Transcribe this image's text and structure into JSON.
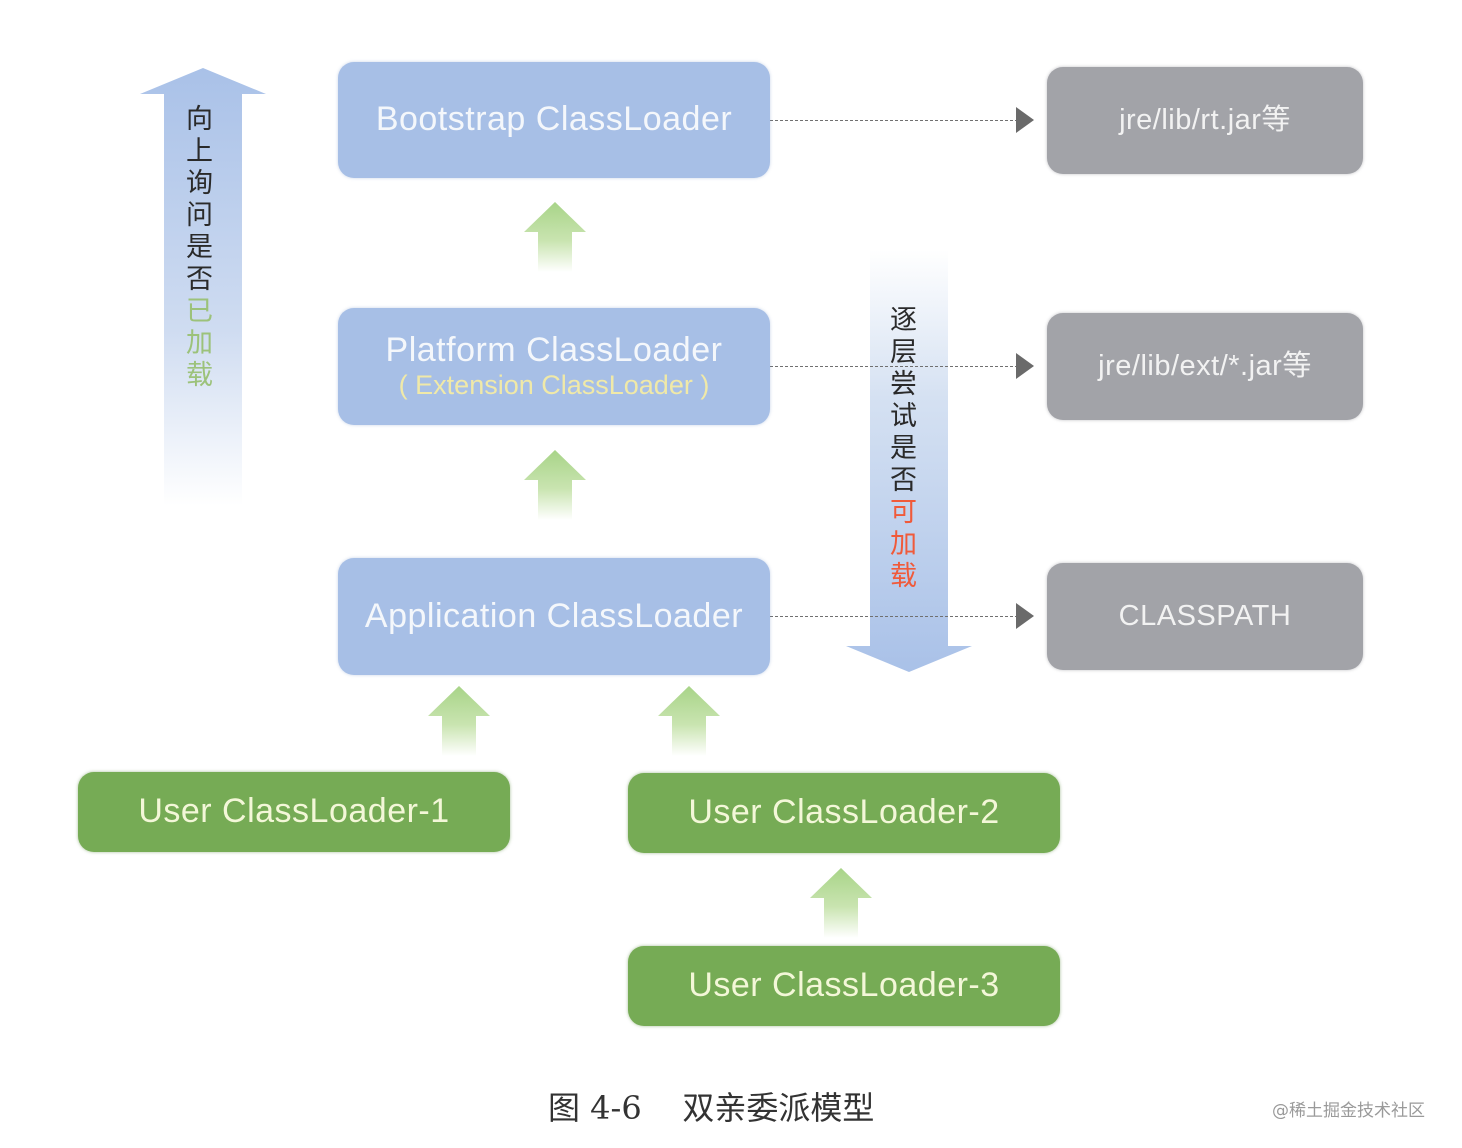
{
  "diagram": {
    "left_arrow": {
      "chars_plain": [
        "向",
        "上",
        "询",
        "问",
        "是",
        "否"
      ],
      "chars_highlight": [
        "已",
        "加",
        "载"
      ],
      "highlight_color": "#9cc27a"
    },
    "right_arrow": {
      "chars_plain": [
        "逐",
        "层",
        "尝",
        "试",
        "是",
        "否"
      ],
      "chars_highlight": [
        "可",
        "加",
        "载"
      ],
      "highlight_color": "#f05a3a"
    },
    "loaders": {
      "bootstrap": {
        "label": "Bootstrap ClassLoader"
      },
      "platform": {
        "label": "Platform ClassLoader",
        "sublabel": "( Extension ClassLoader )"
      },
      "application": {
        "label": "Application ClassLoader"
      },
      "user1": {
        "label": "User ClassLoader-1"
      },
      "user2": {
        "label": "User ClassLoader-2"
      },
      "user3": {
        "label": "User ClassLoader-3"
      }
    },
    "sources": {
      "rt": {
        "label": "jre/lib/rt.jar等"
      },
      "ext": {
        "label": "jre/lib/ext/*.jar等"
      },
      "classpath": {
        "label": "CLASSPATH"
      }
    },
    "colors": {
      "system_loader": "#a7bfe6",
      "source": "#a2a3a8",
      "user_loader": "#76ab55",
      "up_arrow": "#a8d488"
    }
  },
  "caption": "图 4-6    双亲委派模型",
  "watermark": "@稀土掘金技术社区"
}
